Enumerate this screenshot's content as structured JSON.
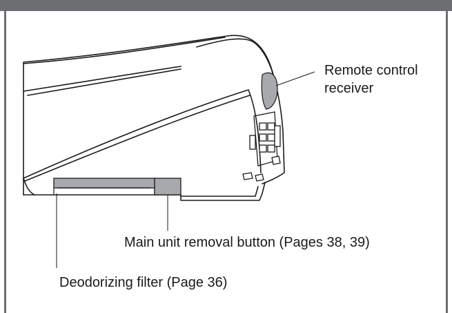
{
  "callouts": {
    "remote_line1": "Remote control",
    "remote_line2": "receiver",
    "removal_button": "Main unit removal button (Pages 38, 39)",
    "deodorizing_filter": "Deodorizing filter (Page 36)"
  }
}
